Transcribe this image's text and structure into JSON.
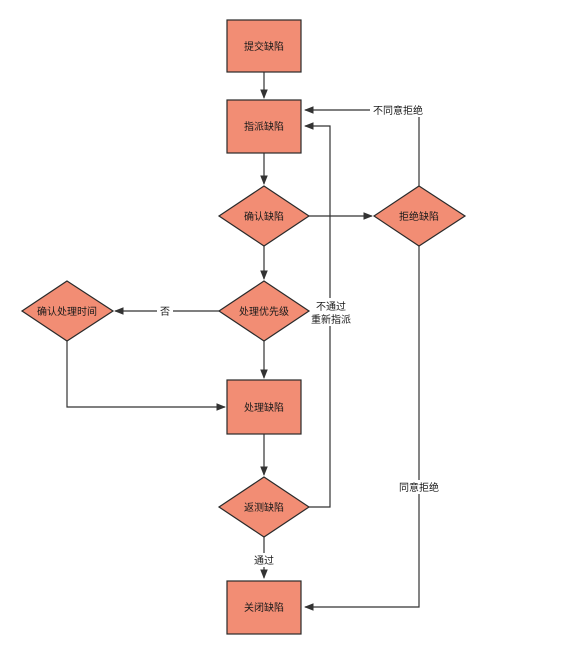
{
  "nodes": {
    "submit": "提交缺陷",
    "assign": "指派缺陷",
    "confirm": "确认缺陷",
    "reject": "拒绝缺陷",
    "priority": "处理优先级",
    "confirm_time": "确认处理时间",
    "handle": "处理缺陷",
    "retest": "返测缺陷",
    "close": "关闭缺陷"
  },
  "edges": {
    "disagree_reject": "不同意拒绝",
    "no": "否",
    "not_pass_line1": "不通过",
    "not_pass_line2": "重新指派",
    "agree_reject": "同意拒绝",
    "pass": "通过"
  },
  "colors": {
    "node_fill": "#f28d74",
    "node_stroke": "#2a2a2a",
    "edge": "#333333"
  }
}
